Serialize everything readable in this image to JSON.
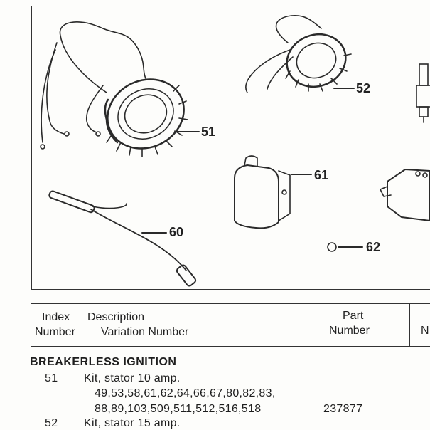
{
  "callouts": {
    "c51": "51",
    "c52": "52",
    "c60": "60",
    "c61": "61",
    "c62": "62"
  },
  "table_header": {
    "index": "Index",
    "number": "Number",
    "description": "Description",
    "variation": "Variation Number",
    "part": "Part",
    "part_number": "Number",
    "next_col": "N"
  },
  "section": "BREAKERLESS IGNITION",
  "rows": [
    {
      "index": "51",
      "description": "Kit, stator 10 amp.",
      "variation_line1": "49,53,58,61,62,64,66,67,80,82,83,",
      "variation_line2": "88,89,103,509,511,512,516,518",
      "part_number": "237877"
    },
    {
      "index": "52",
      "description": "Kit, stator 15 amp."
    }
  ]
}
